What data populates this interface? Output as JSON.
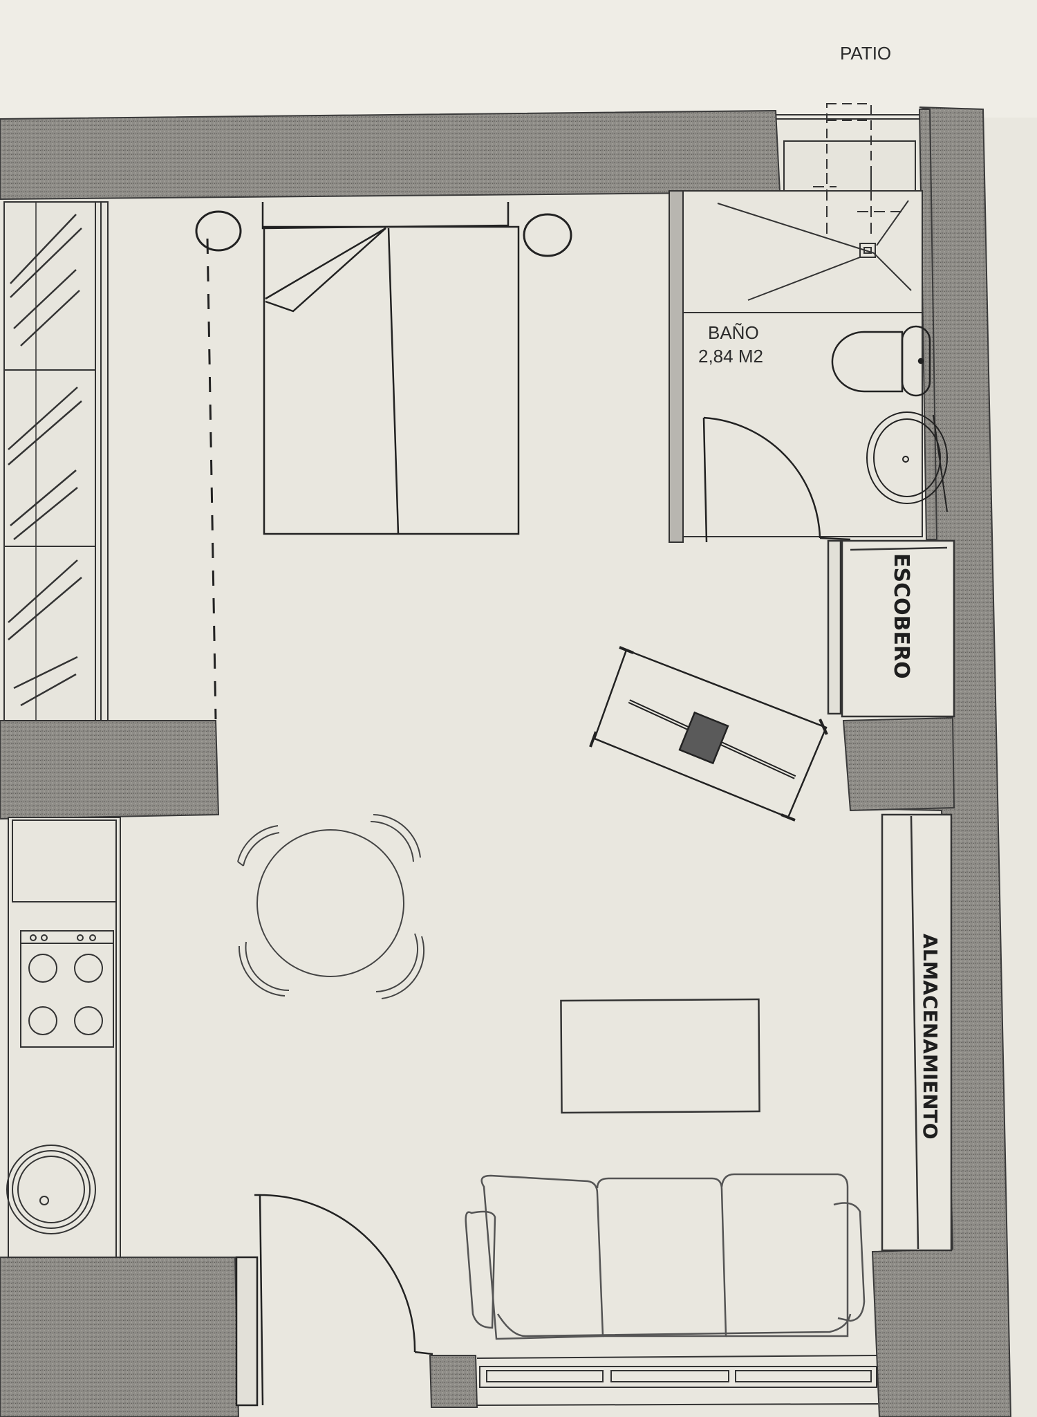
{
  "labels": {
    "patio": "PATIO",
    "bathroom_name": "BAÑO",
    "bathroom_area": "2,84  M2",
    "broom_closet": "ESCOBERO",
    "storage": "ALMACENAMIENTO"
  },
  "colors": {
    "paper": "#e9e7df",
    "wall_fill": "#8f8d88",
    "line": "#2e2e2e"
  }
}
